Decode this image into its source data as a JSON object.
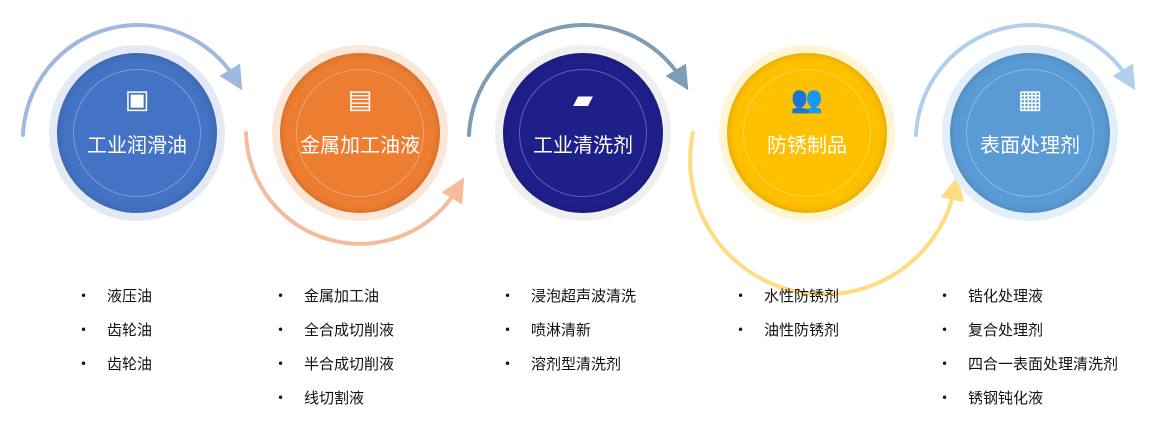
{
  "colors": {
    "c1": "#4472c4",
    "c2": "#ed7d31",
    "c3": "#1f1f8a",
    "c4": "#ffc000",
    "c5": "#5b9bd5"
  },
  "nodes": [
    {
      "title": "工业润滑油",
      "icon": "tablet-icon",
      "items": [
        "液压油",
        "齿轮油",
        "齿轮油"
      ]
    },
    {
      "title": "金属加工油液",
      "icon": "clipboard-icon",
      "items": [
        "金属加工油",
        "全合成切削液",
        "半合成切削液",
        "线切割液"
      ]
    },
    {
      "title": "工业清洗剂",
      "icon": "folder-icon",
      "items": [
        "浸泡超声波清洗",
        "喷淋清新",
        "溶剂型清洗剂"
      ]
    },
    {
      "title": "防锈制品",
      "icon": "users-icon",
      "items": [
        "水性防锈剂",
        "油性防锈剂"
      ]
    },
    {
      "title": "表面处理剂",
      "icon": "apps-icon",
      "items": [
        "锆化处理液",
        "复合处理剂",
        "四合一表面处理清洗剂",
        "锈钢钝化液"
      ]
    }
  ]
}
